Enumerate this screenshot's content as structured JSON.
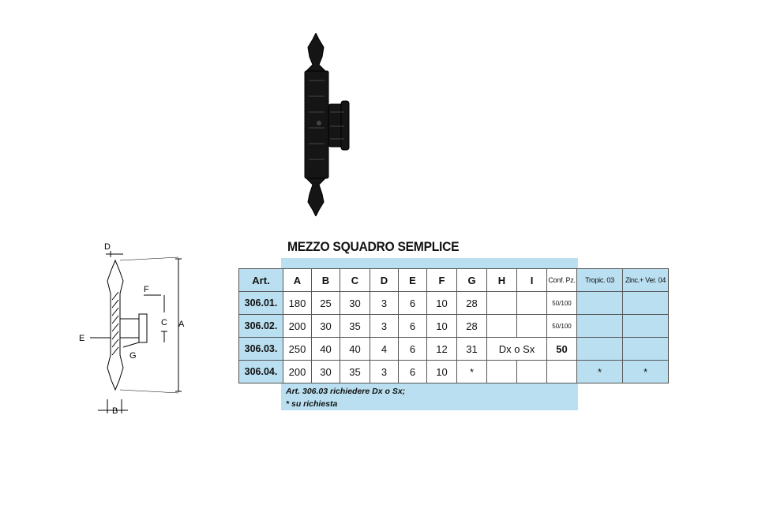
{
  "title": "MEZZO SQUADRO SEMPLICE",
  "drawing_labels": {
    "a": "A",
    "b": "B",
    "c": "C",
    "d": "D",
    "e": "E",
    "f": "F",
    "g": "G"
  },
  "table": {
    "headers": [
      "Art.",
      "A",
      "B",
      "C",
      "D",
      "E",
      "F",
      "G",
      "H",
      "I",
      "Conf. Pz.",
      "Tropic. 03",
      "Zinc.+ Ver. 04"
    ],
    "rows": [
      [
        "306.01.",
        "180",
        "25",
        "30",
        "3",
        "6",
        "10",
        "28",
        "",
        "",
        "50/100",
        "",
        ""
      ],
      [
        "306.02.",
        "200",
        "30",
        "35",
        "3",
        "6",
        "10",
        "28",
        "",
        "",
        "50/100",
        "",
        ""
      ],
      [
        "306.03.",
        "250",
        "40",
        "40",
        "4",
        "6",
        "12",
        "31",
        "Dx o Sx",
        "",
        "50",
        "",
        ""
      ],
      [
        "306.04.",
        "200",
        "30",
        "35",
        "3",
        "6",
        "10",
        "*",
        "",
        "",
        "",
        "*",
        "*"
      ]
    ]
  },
  "notes": [
    "Art. 306.03 richiedere Dx o Sx;",
    "* su richiesta"
  ]
}
